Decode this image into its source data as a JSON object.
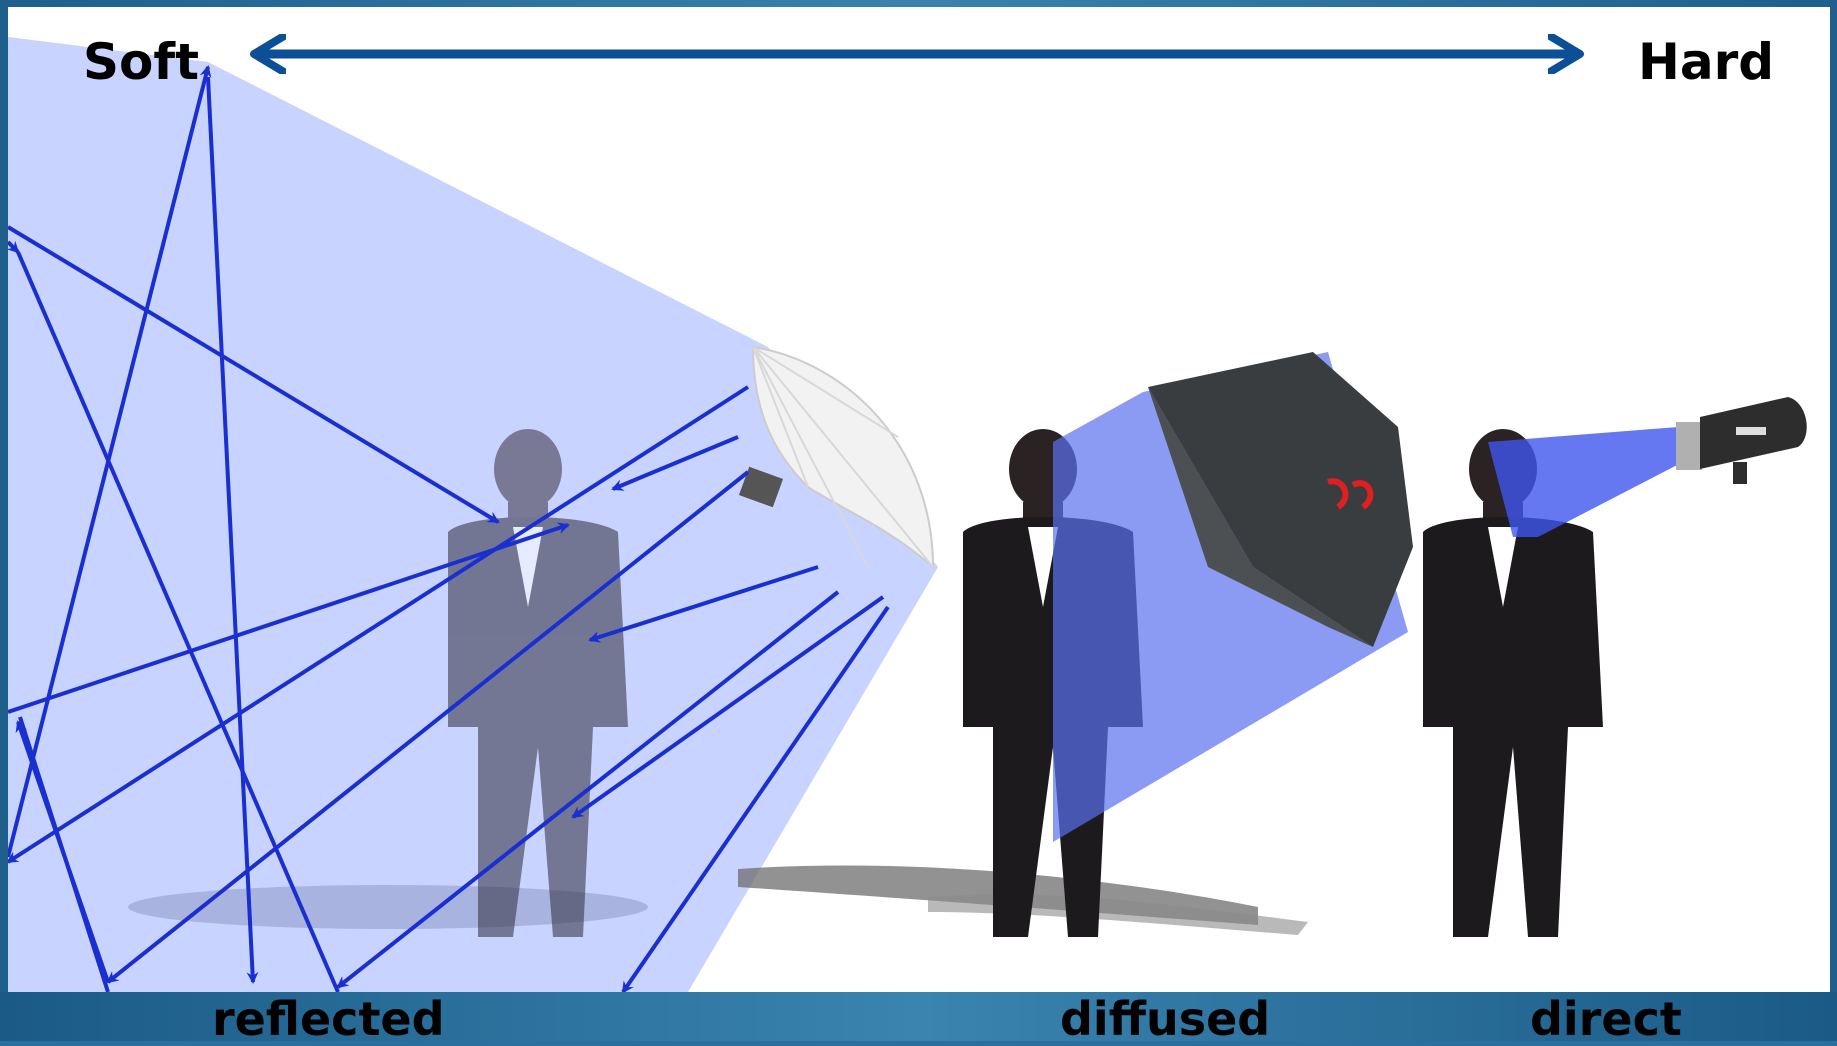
{
  "scale": {
    "left_label": "Soft",
    "right_label": "Hard"
  },
  "categories": {
    "reflected": "reflected",
    "diffused": "diffused",
    "direct": "direct"
  },
  "colors": {
    "frame": "#2a6f9e",
    "arrow_blue": "#0d4f96",
    "ray_blue": "#1a2fd0",
    "soft_light": "#c2ceff",
    "diffused_light": "#6f86f2",
    "direct_light": "#4e63ee"
  },
  "icons": [
    "umbrella-light",
    "softbox-light",
    "flash-head",
    "person-silhouette",
    "double-arrow"
  ]
}
